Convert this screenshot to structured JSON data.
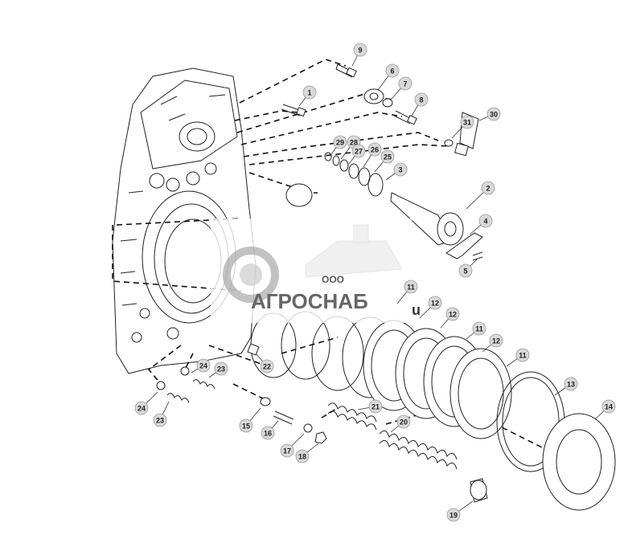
{
  "callouts": [
    {
      "label": "9"
    },
    {
      "label": "6"
    },
    {
      "label": "7"
    },
    {
      "label": "1"
    },
    {
      "label": "8"
    },
    {
      "label": "30"
    },
    {
      "label": "31"
    },
    {
      "label": "29"
    },
    {
      "label": "28"
    },
    {
      "label": "27"
    },
    {
      "label": "26"
    },
    {
      "label": "25"
    },
    {
      "label": "3"
    },
    {
      "label": "2"
    },
    {
      "label": "4"
    },
    {
      "label": "5"
    },
    {
      "label": "12"
    },
    {
      "label": "11"
    },
    {
      "label": "12"
    },
    {
      "label": "11"
    },
    {
      "label": "12"
    },
    {
      "label": "11"
    },
    {
      "label": "13"
    },
    {
      "label": "14"
    },
    {
      "label": "24"
    },
    {
      "label": "23"
    },
    {
      "label": "22"
    },
    {
      "label": "24"
    },
    {
      "label": "23"
    },
    {
      "label": "21"
    },
    {
      "label": "20"
    },
    {
      "label": "15"
    },
    {
      "label": "16"
    },
    {
      "label": "17"
    },
    {
      "label": "18"
    },
    {
      "label": "19"
    }
  ],
  "watermark": {
    "company_prefix": "ООО",
    "company_name": "АГРОСНАБ",
    "suffix": "u"
  }
}
